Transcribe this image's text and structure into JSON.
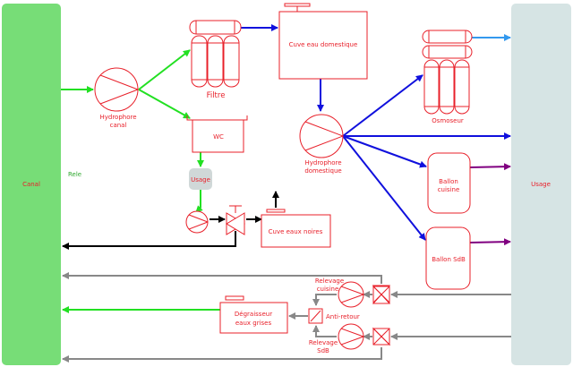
{
  "labels": {
    "canal": "Canal",
    "usage_right": "Usage",
    "rele": "Rele",
    "hydrophore_canal_1": "Hydrophore",
    "hydrophore_canal_2": "canal",
    "filtre": "Filtre",
    "cuve_eau_domestique": "Cuve eau domestique",
    "wc": "WC",
    "usage_badge": "Usage",
    "cuve_eaux_noires": "Cuve eaux noires",
    "hydrophore_domestique_1": "Hydrophore",
    "hydrophore_domestique_2": "domestique",
    "osmoseur": "Osmoseur",
    "ballon_cuisine_1": "Ballon",
    "ballon_cuisine_2": "cuisine",
    "ballon_sdb": "Ballon SdB",
    "relevage_cuisine_1": "Relevage",
    "relevage_cuisine_2": "cuisine",
    "relevage_sdb_1": "Relevage",
    "relevage_sdb_2": "SdB",
    "anti_retour": "Anti-retour",
    "degraisseur_1": "Dégraisseur",
    "degraisseur_2": "eaux grises"
  },
  "colors": {
    "red": "#e8202a",
    "green": "#22e022",
    "blue": "#1010dd",
    "light_blue": "#3399ee",
    "purple": "#800080",
    "gray": "#888888",
    "black": "#000000",
    "canal_fill": "#77dd77",
    "usage_fill": "#d6e4e4",
    "badge_fill": "#d0d8d8"
  }
}
